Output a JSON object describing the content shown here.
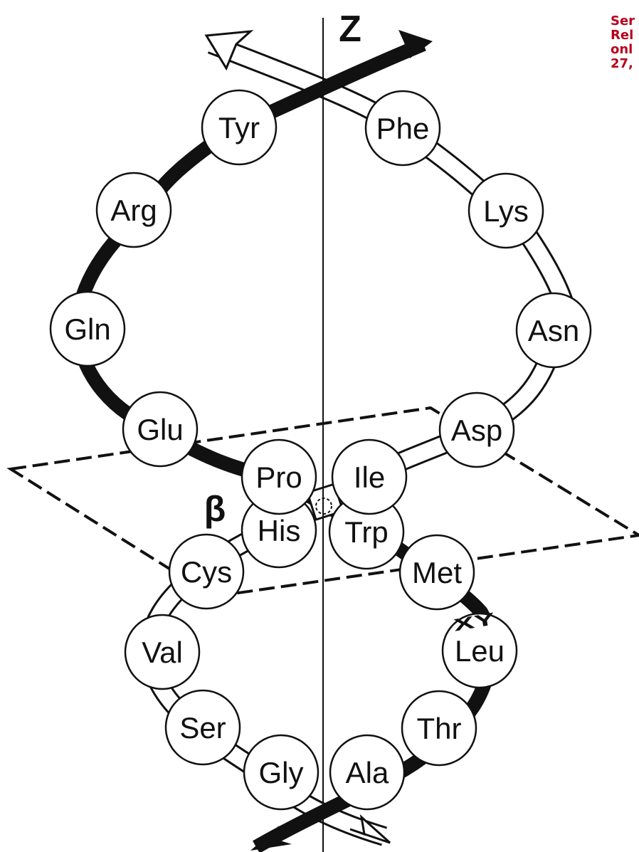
{
  "axes": {
    "z_label": "Z",
    "xy_label": "XY",
    "beta_label": "β"
  },
  "corner_note": {
    "lines": [
      "Ser",
      "Rel",
      "onl",
      "27,"
    ],
    "color": "#b8001a"
  },
  "colors": {
    "strand_dark": "#111111",
    "strand_light": "#ffffff",
    "outline": "#111111"
  },
  "amino_acids": {
    "tyr": "Tyr",
    "phe": "Phe",
    "arg": "Arg",
    "lys": "Lys",
    "gln": "Gln",
    "asn": "Asn",
    "glu": "Glu",
    "asp": "Asp",
    "pro": "Pro",
    "ile": "Ile",
    "his": "His",
    "trp": "Trp",
    "cys": "Cys",
    "met": "Met",
    "val": "Val",
    "leu": "Leu",
    "ser": "Ser",
    "thr": "Thr",
    "gly": "Gly",
    "ala": "Ala"
  }
}
